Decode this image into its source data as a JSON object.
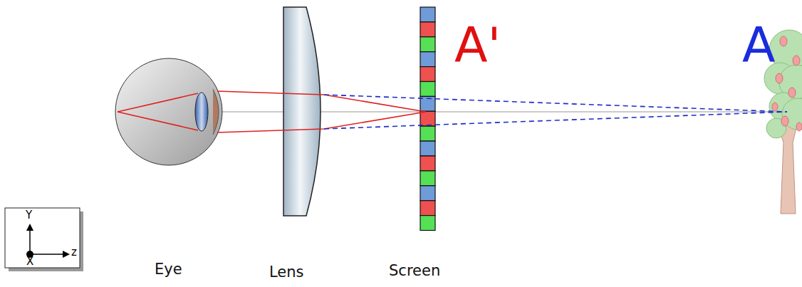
{
  "diagram": {
    "nodes": [
      {
        "text": [
          "Y",
          "z",
          "X"
        ]
      }
    ],
    "labels": [
      "A'",
      "A",
      "Eye",
      "Lens",
      "Screen"
    ]
  }
}
